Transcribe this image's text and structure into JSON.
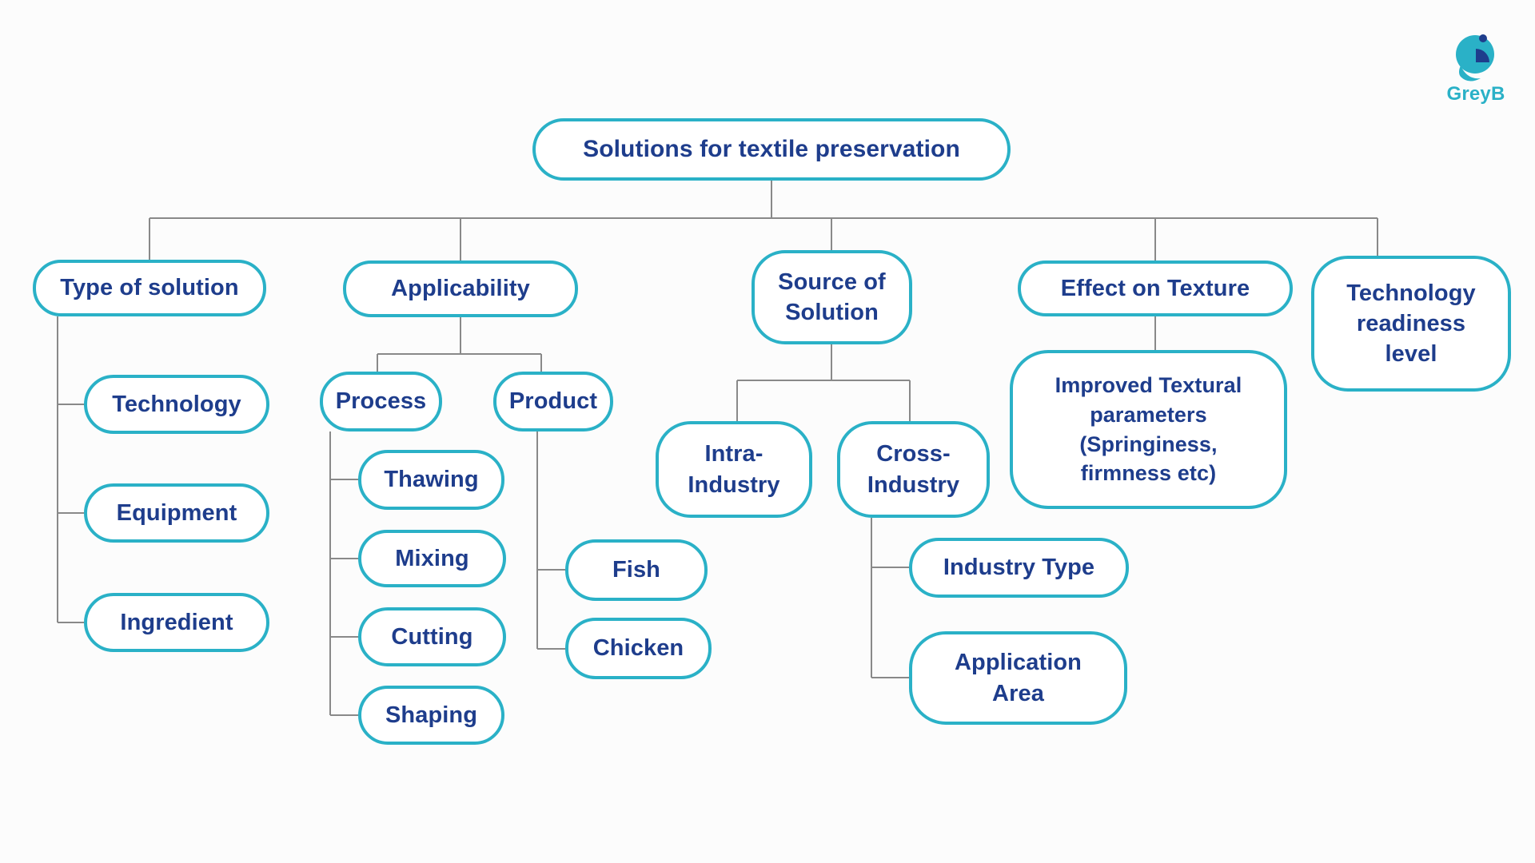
{
  "colors": {
    "teal": "#2ab1c7",
    "navy": "#1e3d8c",
    "line": "#898989",
    "box_bg": "#ffffff",
    "page_bg": "#fcfcfc"
  },
  "logo": {
    "brand": "GreyB"
  },
  "diagram": {
    "root": {
      "label": "Solutions for textile preservation",
      "children": [
        {
          "label": "Type of solution",
          "children": [
            {
              "label": "Technology"
            },
            {
              "label": "Equipment"
            },
            {
              "label": "Ingredient"
            }
          ]
        },
        {
          "label": "Applicability",
          "children": [
            {
              "label": "Process",
              "children": [
                {
                  "label": "Thawing"
                },
                {
                  "label": "Mixing"
                },
                {
                  "label": "Cutting"
                },
                {
                  "label": "Shaping"
                }
              ]
            },
            {
              "label": "Product",
              "children": [
                {
                  "label": "Fish"
                },
                {
                  "label": "Chicken"
                }
              ]
            }
          ]
        },
        {
          "label": "Source of\nSolution",
          "children": [
            {
              "label": "Intra-\nIndustry"
            },
            {
              "label": "Cross-\nIndustry",
              "children": [
                {
                  "label": "Industry Type"
                },
                {
                  "label": "Application\nArea"
                }
              ]
            }
          ]
        },
        {
          "label": "Effect on Texture",
          "children": [
            {
              "label": "Improved Textural\nparameters\n(Springiness,\nfirmness etc)"
            }
          ]
        },
        {
          "label": "Technology\nreadiness\nlevel"
        }
      ]
    }
  }
}
